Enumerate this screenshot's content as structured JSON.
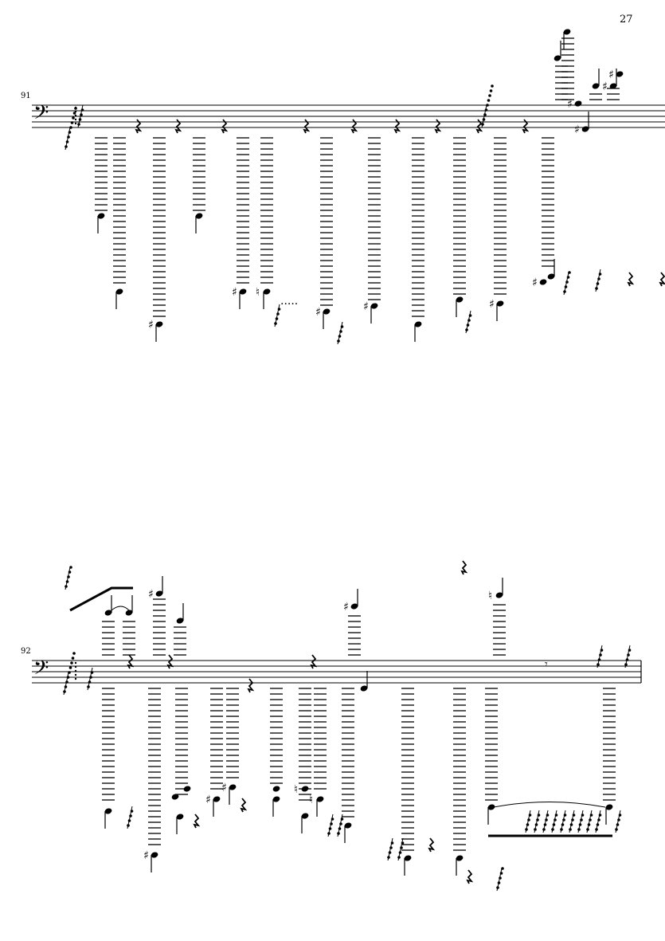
{
  "page": {
    "number": "27"
  },
  "systems": [
    {
      "measure_number": "91",
      "clef": "bass"
    },
    {
      "measure_number": "92",
      "clef": "bass"
    }
  ],
  "colors": {
    "ink": "#000000",
    "paper": "#ffffff"
  }
}
